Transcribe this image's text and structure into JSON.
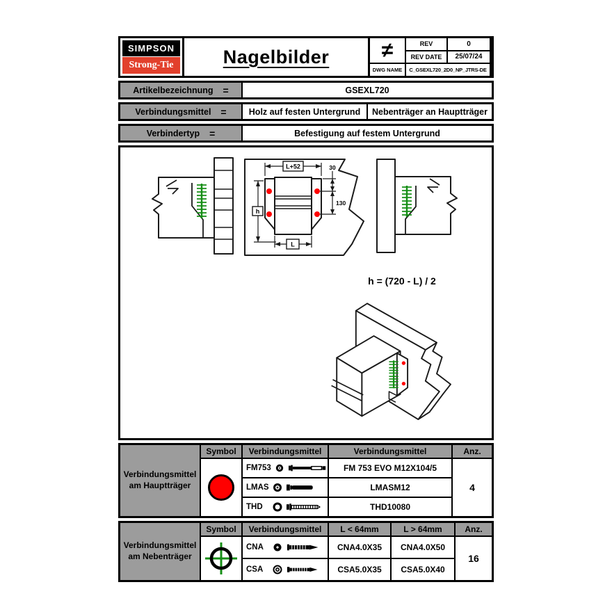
{
  "colors": {
    "brand_red": "#E2402C",
    "cell_gray": "#9C9C9C",
    "line_black": "#1A1A1A",
    "symbol_red": "#FF0000",
    "nail_green": "#178F17"
  },
  "titleblock": {
    "logo_line1": "SIMPSON",
    "logo_line2": "Strong-Tie",
    "title": "Nagelbilder",
    "symbol": "≠",
    "rev_label": "REV",
    "rev_value": "0",
    "rev_date_label": "REV DATE",
    "rev_date_value": "25/07/24",
    "dwg_label": "DWG NAME",
    "dwg_value": "C_GSEXL720_2D0_NP_JTRS-DE"
  },
  "attributes": {
    "artikel": {
      "label": "Artikelbezeichnung",
      "eq": "=",
      "value": "GSEXL720"
    },
    "verbindungsmittel": {
      "label": "Verbindungsmittel",
      "eq": "=",
      "value_left": "Holz auf festen Untergrund",
      "value_right": "Nebenträger an Hauptträger"
    },
    "verbindertyp": {
      "label": "Verbindertyp",
      "eq": "=",
      "value": "Befestigung auf festem Untergrund"
    }
  },
  "drawing": {
    "dim_top_width": "L+52",
    "dim_edge_offset": "30",
    "dim_bolt_spacing": "130",
    "dim_height": "h",
    "dim_bottom_width": "L",
    "formula": "h = (720 - L) / 2"
  },
  "table_haupttraeger": {
    "row_label": "Verbindungsmittel am Hauptträger",
    "col_symbol": "Symbol",
    "col_fastener": "Verbindungsmittel",
    "col_product": "Verbindungsmittel",
    "col_qty": "Anz.",
    "rows": [
      {
        "code": "FM753",
        "product": "FM 753 EVO M12X104/5"
      },
      {
        "code": "LMAS",
        "product": "LMASM12"
      },
      {
        "code": "THD",
        "product": "THD10080"
      }
    ],
    "qty": "4"
  },
  "table_nebentraeger": {
    "row_label": "Verbindungsmittel am Nebenträger",
    "col_symbol": "Symbol",
    "col_fastener": "Verbindungsmittel",
    "col_l_small": "L < 64mm",
    "col_l_large": "L > 64mm",
    "col_qty": "Anz.",
    "rows": [
      {
        "code": "CNA",
        "l_small": "CNA4.0X35",
        "l_large": "CNA4.0X50"
      },
      {
        "code": "CSA",
        "l_small": "CSA5.0X35",
        "l_large": "CSA5.0X40"
      }
    ],
    "qty": "16"
  }
}
